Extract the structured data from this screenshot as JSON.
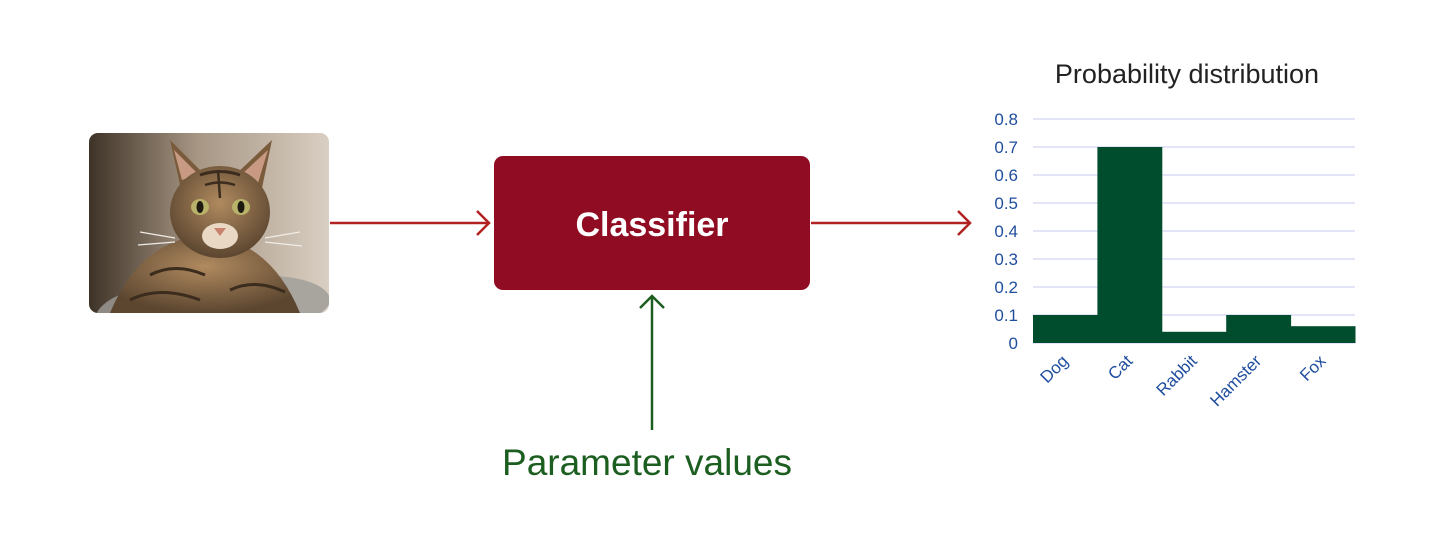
{
  "colors": {
    "classifier_fill": "#900c22",
    "classifier_text": "#ffffff",
    "arrow_red": "#b22222",
    "arrow_green": "#1c5e20",
    "param_text": "#1c5e20",
    "bar_fill": "#004d2e",
    "grid": "#c9c9f0",
    "axis_text": "#1f4e9e",
    "title_text": "#222222"
  },
  "input_image": {
    "subject": "tabby cat photo",
    "icon": "cat-photo"
  },
  "classifier": {
    "label": "Classifier"
  },
  "parameters": {
    "label": "Parameter values"
  },
  "chart_data": {
    "type": "bar",
    "title": "Probability distribution",
    "categories": [
      "Dog",
      "Cat",
      "Rabbit",
      "Hamster",
      "Fox"
    ],
    "values": [
      0.1,
      0.7,
      0.04,
      0.1,
      0.06
    ],
    "ylim": [
      0,
      0.8
    ],
    "yticks": [
      0,
      0.1,
      0.2,
      0.3,
      0.4,
      0.5,
      0.6,
      0.7,
      0.8
    ],
    "ytick_labels": [
      "0",
      "0.1",
      "0.2",
      "0.3",
      "0.4",
      "0.5",
      "0.6",
      "0.7",
      "0.8"
    ],
    "grid": true,
    "xlabel": "",
    "ylabel": ""
  }
}
